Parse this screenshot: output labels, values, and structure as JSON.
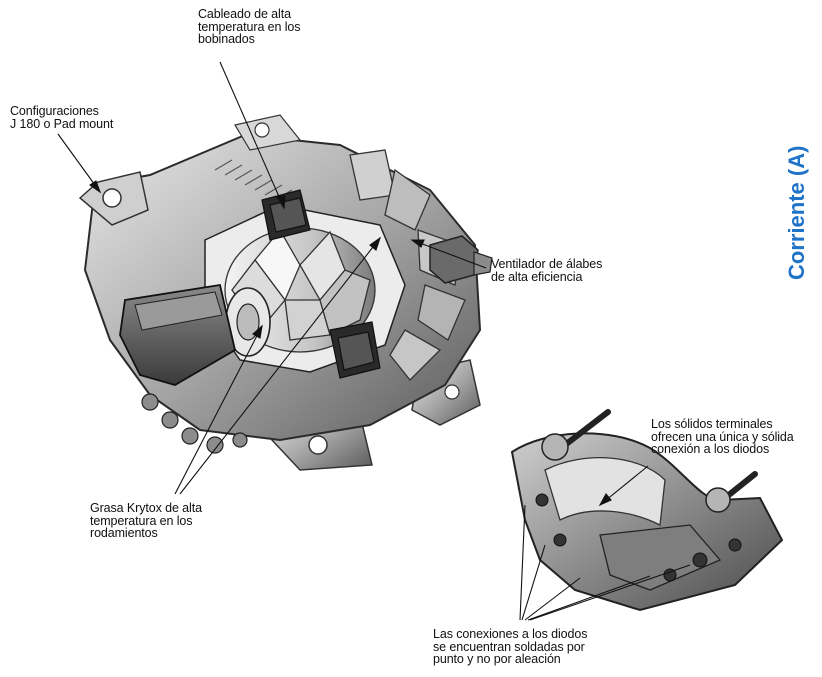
{
  "labels": {
    "cableado": [
      "Cableado de alta",
      "temperatura en los",
      "bobinados"
    ],
    "configuraciones": [
      "Configuraciones",
      "J 180 o Pad mount"
    ],
    "ventilador": [
      "Ventilador de álabes",
      "de alta eficiencia"
    ],
    "solidos": [
      "Los sólidos terminales",
      "ofrecen una única y sólida",
      "conexión a los diodos"
    ],
    "grasa": [
      "Grasa Krytox de alta",
      "temperatura en los",
      "rodamientos"
    ],
    "conexiones": [
      "Las conexiones a los diodos",
      "se encuentran soldadas por",
      "punto y no por aleación"
    ]
  },
  "side_title": "Corriente (A)",
  "colors": {
    "side_title": "#1f73c8",
    "text": "#111111",
    "metal_light": "#d6d6d6",
    "metal_mid": "#9a9a9a",
    "metal_dark": "#3c3c3c"
  }
}
